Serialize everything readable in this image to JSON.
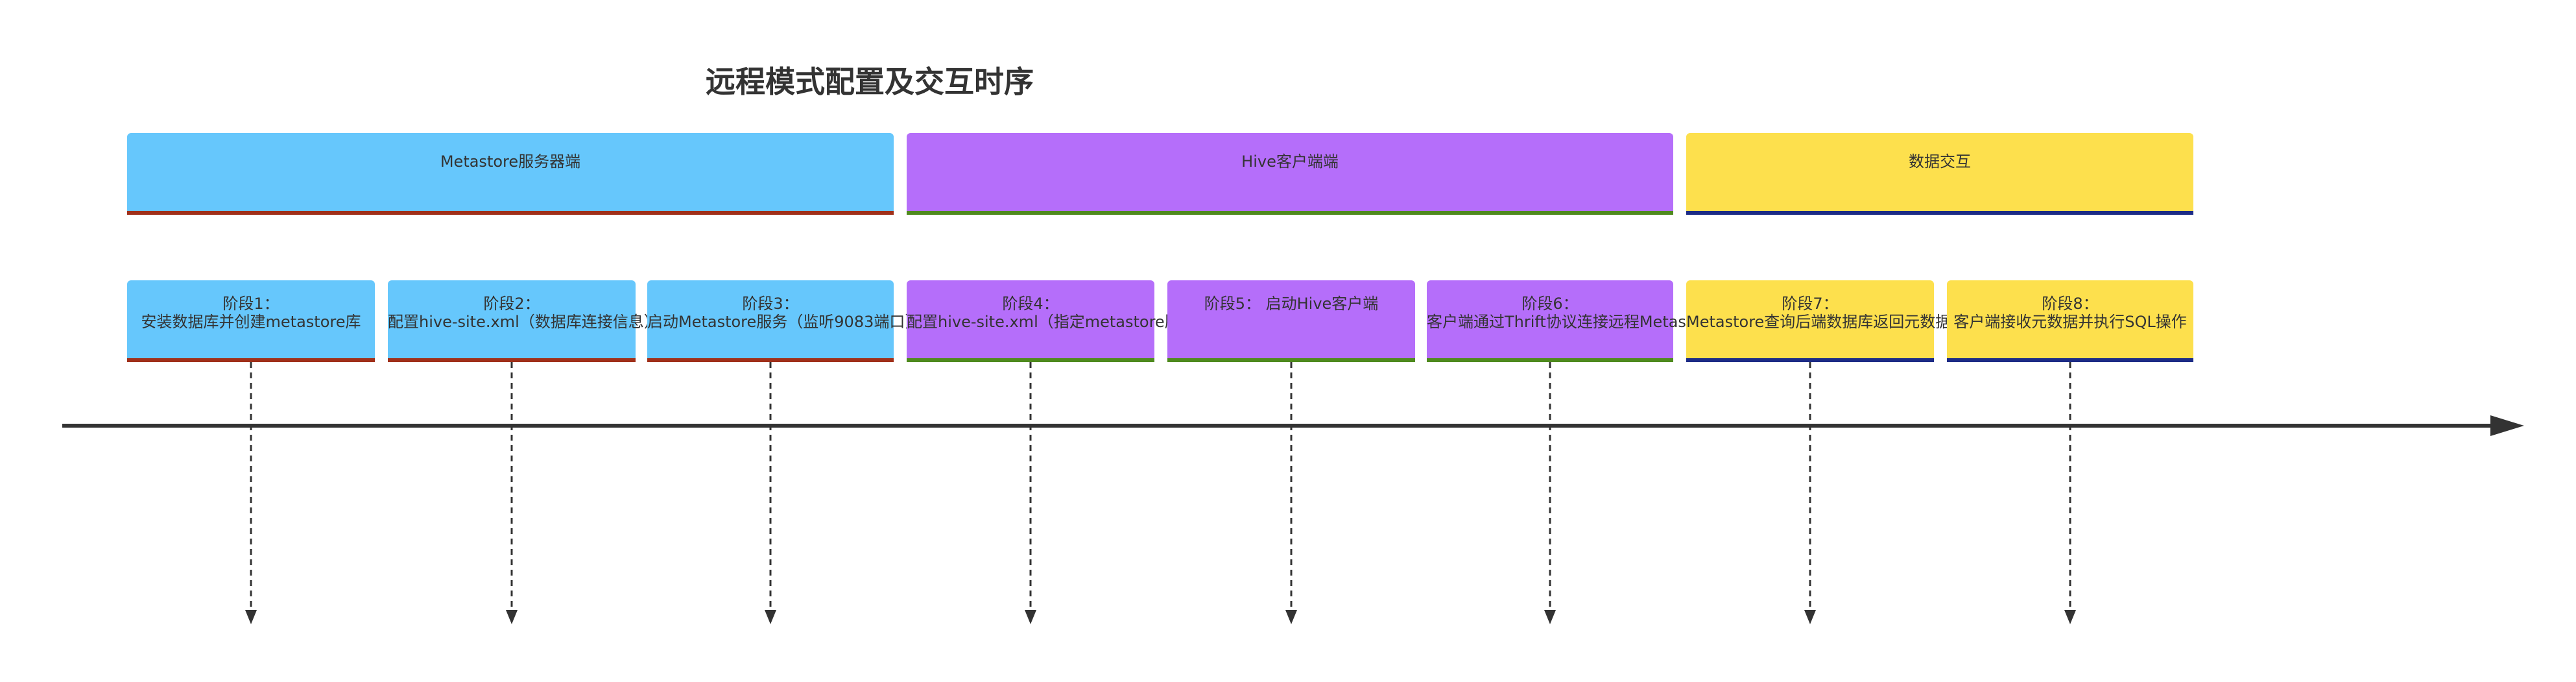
{
  "title": "远程模式配置及交互时序",
  "colors": {
    "metastore_fill": "#66c7fc",
    "metastore_line": "#a0301a",
    "hive_fill": "#b56efa",
    "hive_line": "#4f8a1e",
    "data_fill": "#fde04d",
    "data_line": "#1d2c86",
    "axis": "#333333"
  },
  "sections": [
    {
      "label": "Metastore服务器端",
      "color_key": "metastore"
    },
    {
      "label": "Hive客户端端",
      "color_key": "hive"
    },
    {
      "label": "数据交互",
      "color_key": "data"
    }
  ],
  "stages": [
    {
      "title": "阶段1：",
      "text": "安装数据库并创建metastore库",
      "section": 0
    },
    {
      "title": "阶段2：",
      "text": "配置hive-site.xml（数据库连接信息）",
      "section": 0
    },
    {
      "title": "阶段3：",
      "text": "启动Metastore服务（监听9083端口）",
      "section": 0
    },
    {
      "title": "阶段4：",
      "text": "配置hive-site.xml（指定metastore服务器URI）",
      "section": 1
    },
    {
      "title": "阶段5：  启动Hive客户端",
      "text": "",
      "section": 1
    },
    {
      "title": "阶段6：",
      "text": "客户端通过Thrift协议连接远程Metastore",
      "section": 1
    },
    {
      "title": "阶段7：",
      "text": "Metastore查询后端数据库返回元数据",
      "section": 2
    },
    {
      "title": "阶段8：",
      "text": "客户端接收元数据并执行SQL操作",
      "section": 2
    }
  ]
}
